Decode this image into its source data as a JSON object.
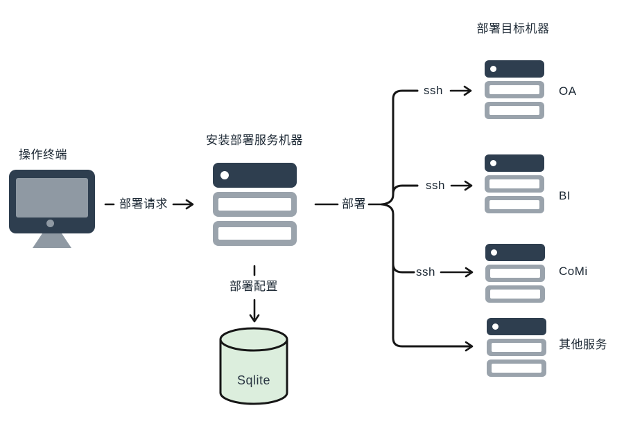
{
  "diagram": {
    "title": "部署目标机器",
    "terminal": {
      "label": "操作终端"
    },
    "deploy_server": {
      "label": "安装部署服务机器"
    },
    "request_arrow": {
      "label": "部署请求"
    },
    "deploy_arrow": {
      "label": "部署"
    },
    "config_arrow": {
      "label": "部署配置"
    },
    "database": {
      "label": "Sqlite"
    },
    "branches": [
      {
        "protocol": "ssh",
        "target": "OA"
      },
      {
        "protocol": "ssh",
        "target": "BI"
      },
      {
        "protocol": "ssh",
        "target": "CoMi"
      },
      {
        "protocol": "",
        "target": "其他服务"
      }
    ],
    "colors": {
      "server_dark": "#2e3e4f",
      "server_gray": "#9aa3ac",
      "db_fill": "#dceedd",
      "line": "#161616"
    }
  }
}
